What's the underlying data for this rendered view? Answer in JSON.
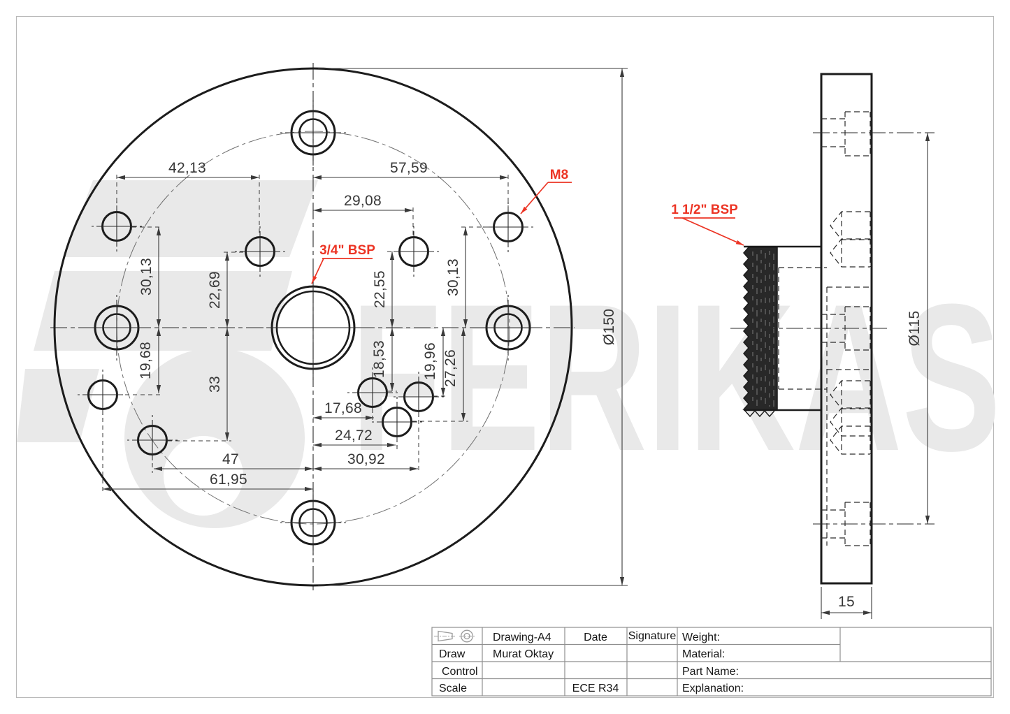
{
  "drawing": {
    "watermark_text": "FERIKAS",
    "colors": {
      "line": "#1c1c1c",
      "dimension": "#3a3a3a",
      "accent": "#ec3424",
      "watermark": "#e9e9e9",
      "table_border": "#8f8f8f"
    }
  },
  "front_view": {
    "labels": {
      "m8": "M8",
      "bsp_3_4": "3/4\" BSP"
    },
    "dims": {
      "d42_13": "42,13",
      "d57_59": "57,59",
      "d29_08": "29,08",
      "d30_13_left": "30,13",
      "d19_68": "19,68",
      "d22_69": "22,69",
      "d33": "33",
      "d30_13_right": "30,13",
      "d22_55": "22,55",
      "d18_53": "18,53",
      "d19_96": "19,96",
      "d27_26": "27,26",
      "d17_68": "17,68",
      "d24_72": "24,72",
      "d30_92": "30,92",
      "d47": "47",
      "d61_95": "61,95",
      "outer_diameter": "Ø150"
    }
  },
  "side_view": {
    "labels": {
      "bsp_1_1_2": "1 1/2\" BSP"
    },
    "dims": {
      "bolt_circle_diameter": "Ø115",
      "thickness": "15"
    }
  },
  "title_block": {
    "doc_type": "Drawing-A4",
    "date_label": "Date",
    "signature_label": "Signature",
    "weight_label": "Weight:",
    "draw_label": "Draw",
    "drawn_by": "Murat Oktay",
    "material_label": "Material:",
    "control_label": "Control",
    "part_name_label": "Part Name:",
    "scale_label": "Scale",
    "regulation": "ECE R34",
    "explanation_label": "Explanation:"
  }
}
